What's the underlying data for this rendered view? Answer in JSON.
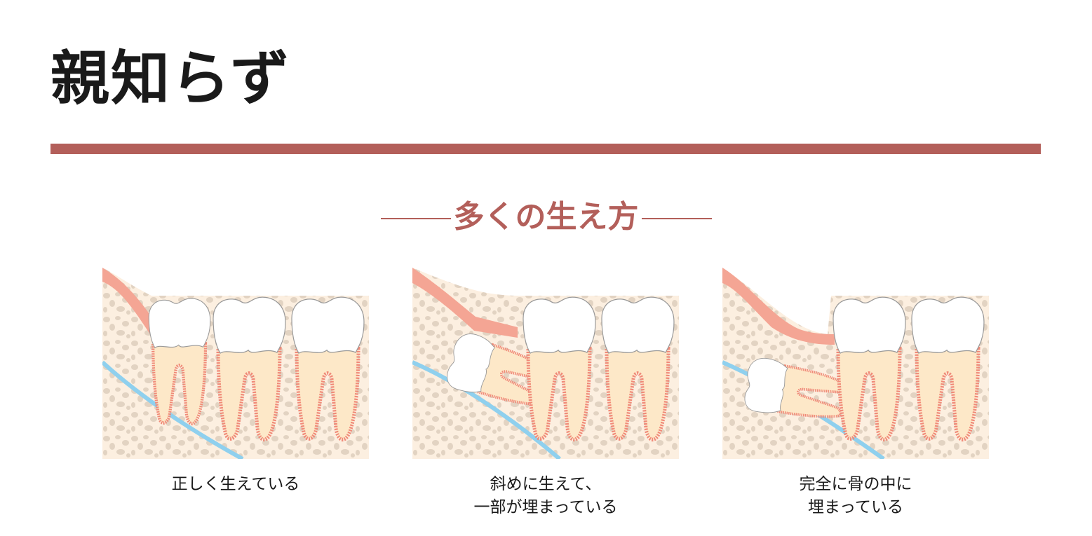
{
  "title": "親知らず",
  "subtitle": "多くの生え方",
  "colors": {
    "accent": "#b35f5a",
    "gum": "#f4a594",
    "bone": "#fcefe0",
    "bone_spots": "#e2d3c2",
    "nerve": "#8fd0ee",
    "root": "#fde8c8",
    "crown": "#ffffff"
  },
  "panels": [
    {
      "caption_lines": [
        "正しく生えている"
      ],
      "illustration": "wisdom-tooth-upright"
    },
    {
      "caption_lines": [
        "斜めに生えて、",
        "一部が埋まっている"
      ],
      "illustration": "wisdom-tooth-tilted-partially-impacted"
    },
    {
      "caption_lines": [
        "完全に骨の中に",
        "埋まっている"
      ],
      "illustration": "wisdom-tooth-fully-impacted"
    }
  ]
}
